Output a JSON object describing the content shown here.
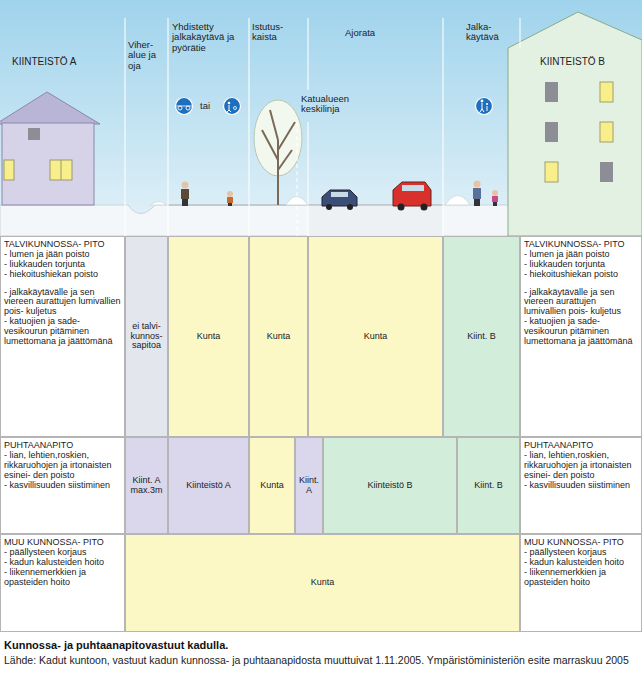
{
  "diagram": {
    "caption": "Kunnossa- ja puhtaanapitovastuut kadulla.",
    "nodes": [
      {
        "text": [
          "TALVIKUNNOSSA- PITO",
          "- lumen ja jään poisto",
          "- liukkauden torjunta",
          "- hiekoitushiekan poisto",
          "- jalkakäytävälle ja sen viereen aurattujen lumivallien pois- kuljetus",
          "- katuojien ja sade- vesikourun pitäminen lumettomana ja jäättömänä"
        ]
      },
      {
        "text": [
          "ei talvi- kunnos- sapitoa"
        ]
      },
      {
        "text": [
          "Kunta"
        ]
      },
      {
        "text": [
          "Kunta"
        ]
      },
      {
        "text": [
          "Kunta"
        ]
      },
      {
        "text": [
          "Kiint. B"
        ]
      },
      {
        "text": [
          "TALVIKUNNOSSA- PITO",
          "- lumen ja jään poisto",
          "- liukkauden torjunta",
          "- hiekoitushiekan poisto",
          "- jalkakäytävälle ja sen viereen aurattujen lumivallien pois- kuljetus",
          "- katuojien ja sade- vesikourun pitäminen lumettomana ja jäättömänä"
        ]
      },
      {
        "text": [
          "PUHTAANAPITO",
          "- lian, lehtien,roskien, rikkaruohojen ja irtonaisten esinei- den poisto",
          "- kasvillisuuden siistiminen"
        ]
      },
      {
        "text": [
          "Kiint. A max.3m"
        ]
      },
      {
        "text": [
          "Kiinteistö A"
        ]
      },
      {
        "text": [
          "Kunta"
        ]
      },
      {
        "text": [
          "Kiint. A"
        ]
      },
      {
        "text": [
          "Kiinteistö B"
        ]
      },
      {
        "text": [
          "Kiint. B"
        ]
      },
      {
        "text": [
          "PUHTAANAPITO",
          "- lian, lehtien,roskien, rikkaruohojen ja irtonaisten esinei- den poisto",
          "- kasvillisuuden siistiminen"
        ]
      },
      {
        "text": [
          "MUU KUNNOSSA- PITO",
          "- päällysteen korjaus",
          "- kadun kalusteiden hoito",
          "- liikennemerkkien ja opasteiden hoito"
        ]
      },
      {
        "text": [
          "Kunta"
        ]
      },
      {
        "text": [
          "MUU KUNNOSSA- PITO",
          "- päällysteen korjaus",
          "- kadun kalusteiden hoito",
          "- liikennemerkkien ja opasteiden hoito"
        ]
      }
    ],
    "labels": [
      "KIINTEISTÖ A",
      "Viher- alue ja oja",
      "Yhdistetty jalkakäytävä ja pyörätie",
      "tai",
      "Istutus- kaista",
      "Ajorata",
      "Katualueen keskilinja",
      "Jalka- käytävä",
      "KIINTEISTÖ B",
      "Lähde: Kadut kuntoon, vastuut kadun kunnossa- ja puhtaanapidosta muuttuivat 1.11.2005. Ympäristöministeriön esite marraskuu 2005"
    ]
  }
}
